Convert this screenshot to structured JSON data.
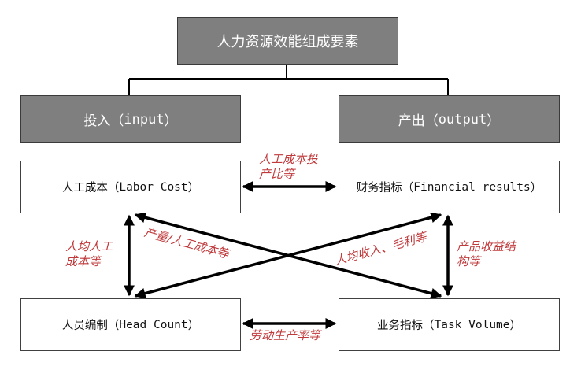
{
  "title": "人力资源效能组成要素",
  "categories": {
    "input": {
      "cn": "投入",
      "en": "input"
    },
    "output": {
      "cn": "产出",
      "en": "output"
    }
  },
  "nodes": {
    "labor_cost": {
      "cn": "人工成本",
      "en": "Labor Cost"
    },
    "financial": {
      "cn": "财务指标",
      "en": "Financial results"
    },
    "head_count": {
      "cn": "人员编制",
      "en": "Head Count"
    },
    "task_volume": {
      "cn": "业务指标",
      "en": "Task Volume"
    }
  },
  "relations": {
    "labor_financial": {
      "line1": "人工成本投",
      "line2": "产比等"
    },
    "labor_headcount": {
      "line1": "人均人工",
      "line2": "成本等"
    },
    "financial_task": {
      "line1": "产品收益结",
      "line2": "构等"
    },
    "headcount_task": "劳动生产率等",
    "diagonal_output_per_cost": "产量/人工成本等",
    "diagonal_revenue_per_head": "人均收入、毛利等"
  },
  "colors": {
    "header_fill": "#7f7f7f",
    "relation_text": "#c0393b",
    "arrow": "#000000"
  }
}
